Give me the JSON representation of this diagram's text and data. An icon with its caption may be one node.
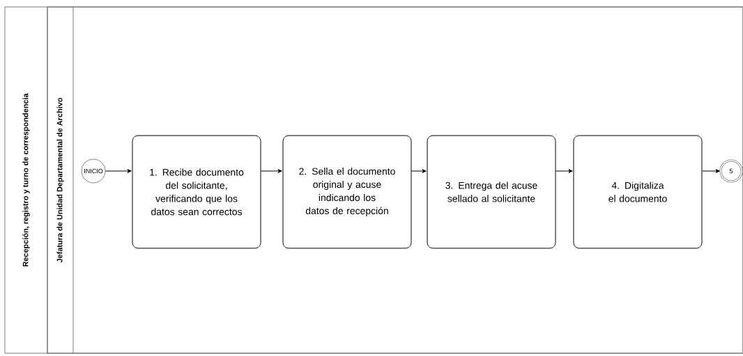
{
  "diagram": {
    "nodes": [
      {
        "text": [
          "Recepción, registro y turno de correspondencia"
        ]
      },
      {
        "text": [
          "Jefatura de Unidad Departamental de Archivo"
        ],
        "in": 0
      },
      {
        "text": [
          "INICIO"
        ],
        "in": 1
      },
      {
        "text": [
          "1. Recibe documento del solicitante, verificando que los datos sean correctos"
        ],
        "in": 1
      },
      {
        "text": [
          "2. Sella el documento original y acuse indicando los datos de recepción"
        ],
        "in": 1
      },
      {
        "text": [
          "3. Entrega  del acuse sellado al solicitante"
        ],
        "in": 1
      },
      {
        "text": [
          "4. Digitaliza el documento"
        ],
        "in": 1
      },
      {
        "text": [
          "5"
        ],
        "in": 1
      }
    ],
    "edges": [
      {
        "from": 2,
        "to": 3,
        "arrow": "to"
      },
      {
        "from": 3,
        "to": 4,
        "arrow": "to"
      },
      {
        "from": 4,
        "to": 5,
        "arrow": "to"
      },
      {
        "from": 5,
        "to": 6,
        "arrow": "to"
      },
      {
        "from": 6,
        "to": 7,
        "arrow": "to"
      }
    ]
  }
}
